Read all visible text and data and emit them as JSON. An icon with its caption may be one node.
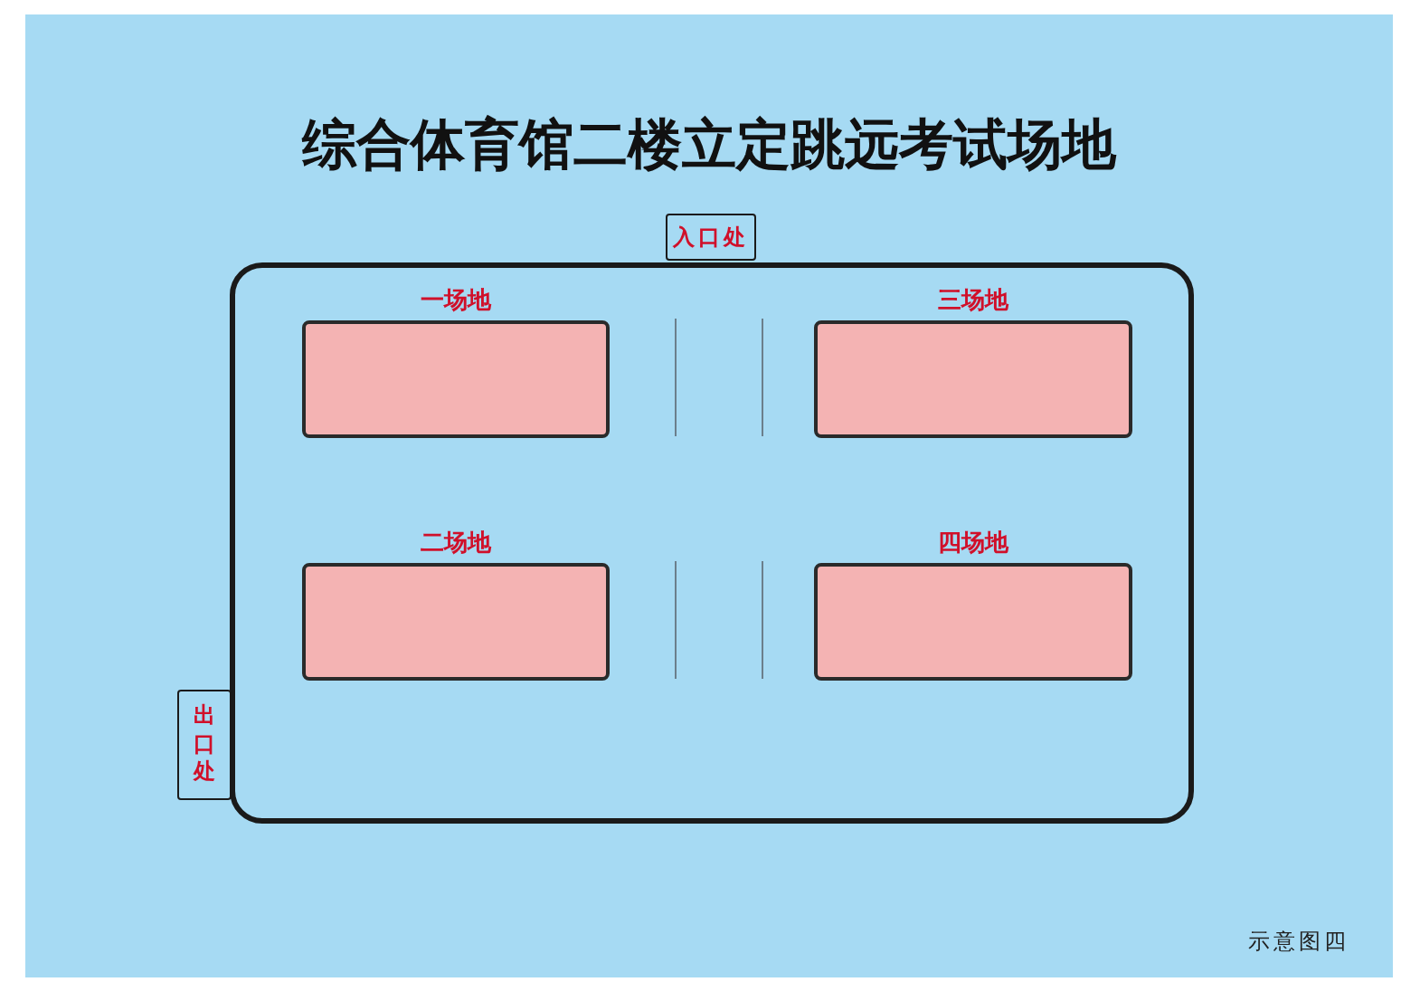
{
  "diagram": {
    "title": "综合体育馆二楼立定跳远考试场地",
    "caption": "示意图四",
    "nodes": [
      {
        "text": [],
        "shape": "box"
      },
      {
        "text": [
          "入口处"
        ]
      },
      {
        "text": [
          "一场地"
        ],
        "in": 0
      },
      {
        "text": [
          "三场地"
        ],
        "in": 0
      },
      {
        "text": [
          "二场地"
        ],
        "in": 0
      },
      {
        "text": [
          "四场地"
        ],
        "in": 0
      },
      {
        "text": [
          "出口处"
        ]
      }
    ]
  }
}
